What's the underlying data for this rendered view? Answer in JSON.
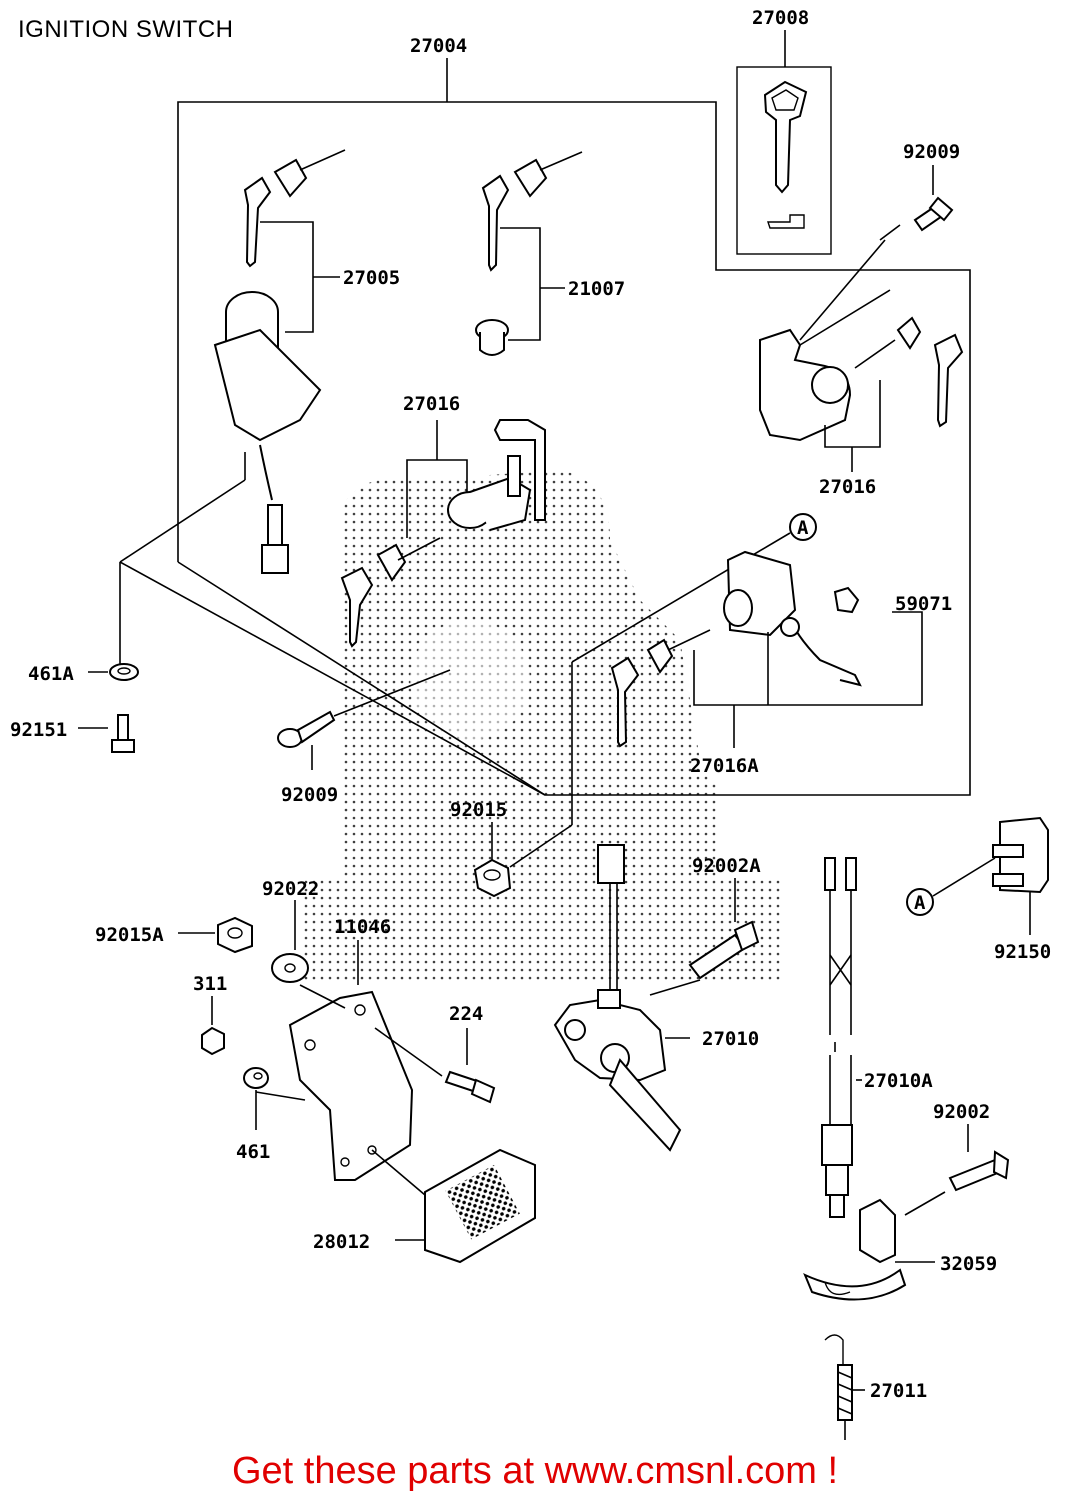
{
  "title": "IGNITION SWITCH",
  "part_labels": {
    "p27004": "27004",
    "p27008": "27008",
    "p92009a": "92009",
    "p27005": "27005",
    "p21007": "21007",
    "p27016a": "27016",
    "p27016b": "27016",
    "pA1": "A",
    "p59071": "59071",
    "p461A": "461A",
    "p92151": "92151",
    "p92009b": "92009",
    "p27016A": "27016A",
    "p92015": "92015",
    "p92002A": "92002A",
    "p92022": "92022",
    "p11046": "11046",
    "p92015A": "92015A",
    "pA2": "A",
    "p92150": "92150",
    "p311": "311",
    "p224": "224",
    "p27010": "27010",
    "p27010A": "27010A",
    "p461": "461",
    "p92002": "92002",
    "p28012": "28012",
    "p32059": "32059",
    "p27011": "27011"
  },
  "footer": {
    "text": "Get these parts at www.cmsnl.com !",
    "color": "#e00000"
  }
}
